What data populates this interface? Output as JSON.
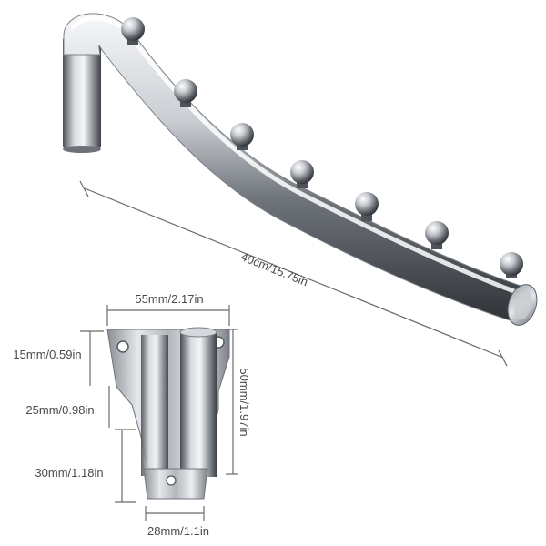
{
  "dimensions": {
    "arm_length": "40cm/15.75in",
    "bracket_width": "55mm/2.17in",
    "bracket_height": "50mm/1.97in",
    "top_segment": "15mm/0.59in",
    "middle_segment": "25mm/0.98in",
    "bottom_segment": "30mm/1.18in",
    "tab_width": "28mm/1.1in"
  },
  "product": {
    "knob_count": 7,
    "material_color": "#b8bcc2"
  }
}
